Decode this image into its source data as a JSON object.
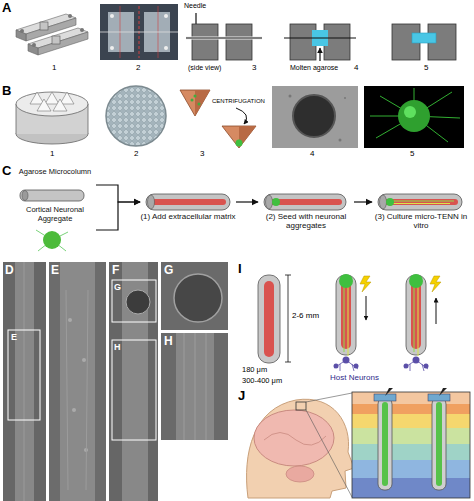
{
  "diagram": {
    "nodes": [
      {
        "text": [
          "Agarose Microcolumn"
        ]
      },
      {
        "text": [
          "Cortical Neuronal Aggregate"
        ]
      },
      {
        "text": [
          "(1) Add extracellular matrix"
        ]
      },
      {
        "text": [
          "(2) Seed with neuronal aggregates"
        ]
      },
      {
        "text": [
          "(3) Culture micro-TENN in vitro"
        ]
      }
    ],
    "edges": [
      {
        "from": 0,
        "to": 2,
        "arrow": "to"
      },
      {
        "from": 1,
        "to": 2,
        "arrow": "to"
      },
      {
        "from": 2,
        "to": 3,
        "arrow": "to"
      },
      {
        "from": 3,
        "to": 4,
        "arrow": "to"
      }
    ],
    "labels": [
      "A",
      "1",
      "2",
      "Needle",
      "(side view)",
      "3",
      "Molten agarose",
      "4",
      "5",
      "B",
      "1",
      "2",
      "CENTRIFUGATION",
      "3",
      "4",
      "5",
      "C",
      "D",
      "E",
      "F",
      "G",
      "H",
      "E",
      "G",
      "H",
      "I",
      "2-6 mm",
      "180 μm",
      "300-400 μm",
      "Host Neurons",
      "J"
    ]
  }
}
